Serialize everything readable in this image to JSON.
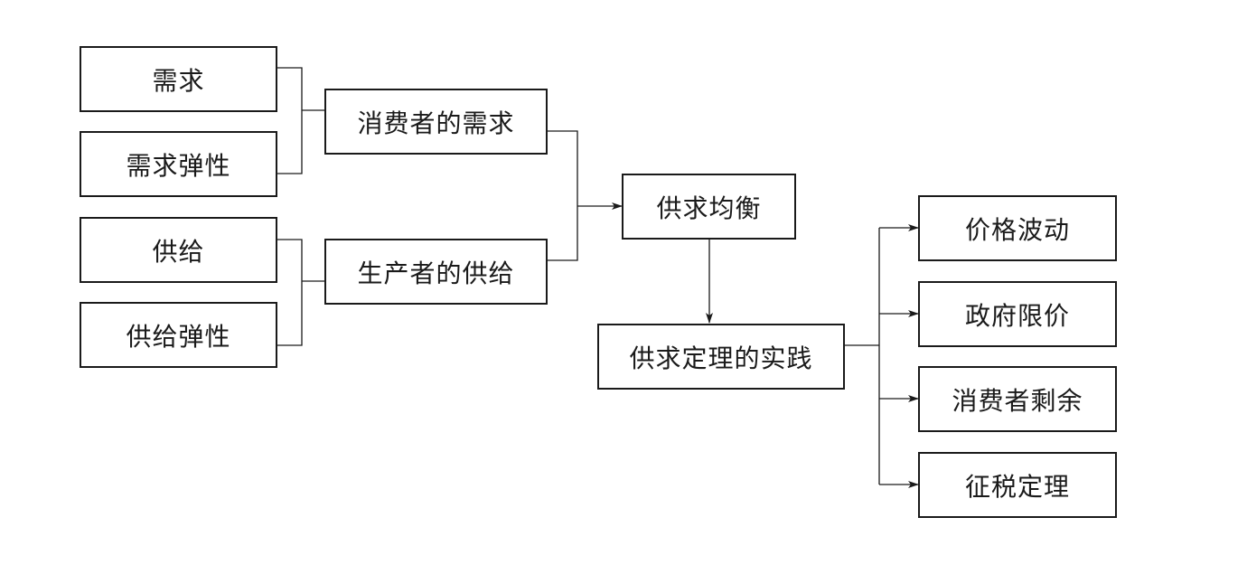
{
  "nodes": {
    "demand": "需求",
    "demand_elasticity": "需求弹性",
    "supply": "供给",
    "supply_elasticity": "供给弹性",
    "consumer_demand": "消费者的需求",
    "producer_supply": "生产者的供给",
    "equilibrium": "供求均衡",
    "practice": "供求定理的实践",
    "price_fluctuation": "价格波动",
    "price_control": "政府限价",
    "consumer_surplus": "消费者剩余",
    "taxation_theorem": "征税定理"
  },
  "colors": {
    "stroke": "#1a1a1a",
    "background": "#ffffff"
  }
}
